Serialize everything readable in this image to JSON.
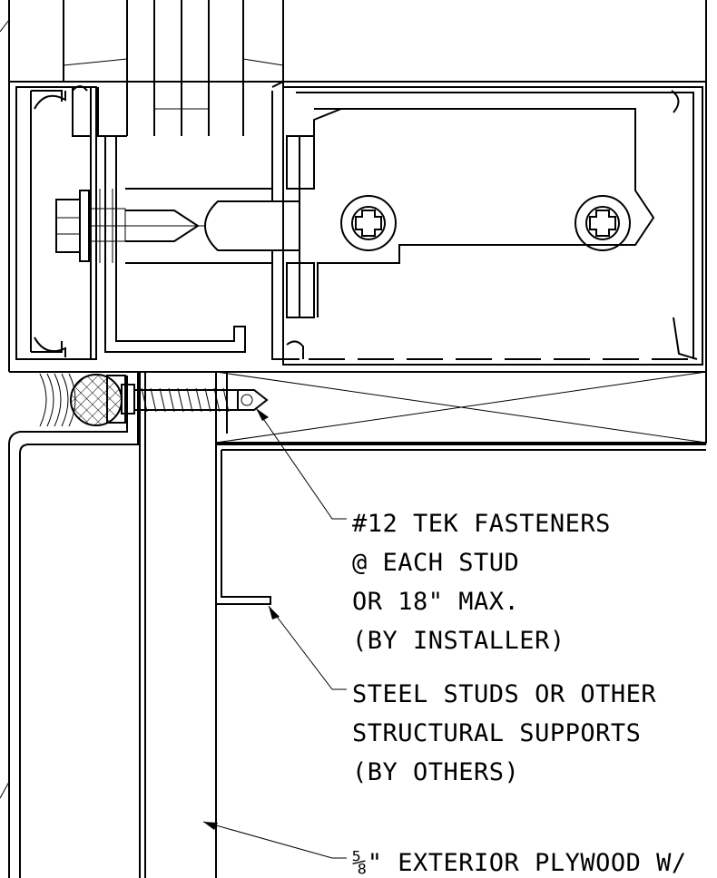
{
  "callouts": [
    {
      "id": "tek-fasteners",
      "lines": [
        "#12 TEK FASTENERS",
        "@ EACH STUD",
        "OR 18\" MAX.",
        "(BY INSTALLER)"
      ]
    },
    {
      "id": "steel-studs",
      "lines": [
        "STEEL STUDS OR OTHER",
        "STRUCTURAL SUPPORTS",
        "(BY OTHERS)"
      ]
    },
    {
      "id": "plywood",
      "lines": [
        "⅝\" EXTERIOR PLYWOOD W/"
      ]
    }
  ],
  "colors": {
    "line": "#000000",
    "background": "#ffffff"
  }
}
